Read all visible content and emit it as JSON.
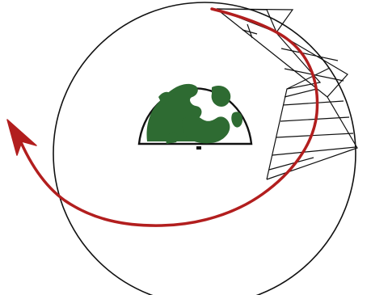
{
  "diagram": {
    "colors": {
      "background": "#ffffff",
      "outline": "#111111",
      "earth_land": "#2e6b32",
      "earth_ocean": "#ffffff",
      "trajectory": "#b21e1e"
    },
    "elements": {
      "orbit_circle": "orbit-circle",
      "earth": "earth-hemisphere",
      "thrust_sector": "hatched-wedge",
      "trajectory": "curved-trajectory-arrow",
      "arrowhead": "arrowhead-icon"
    }
  }
}
